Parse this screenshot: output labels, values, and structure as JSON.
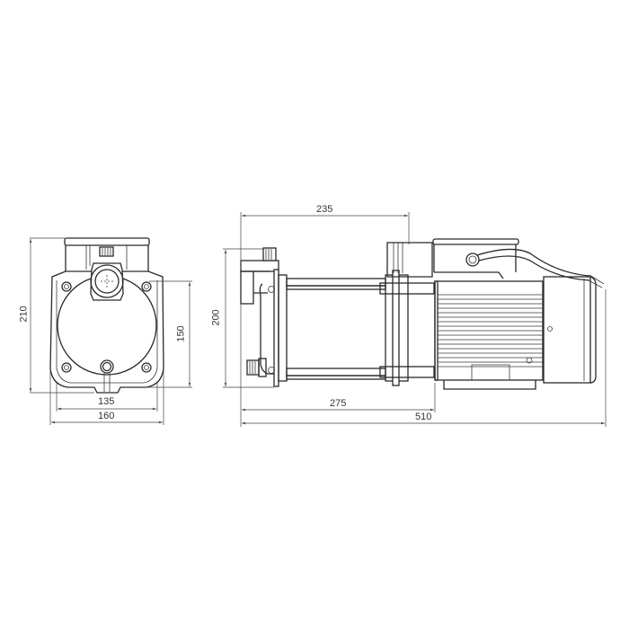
{
  "drawing": {
    "subject": "pump",
    "units": "mm",
    "front_view": {
      "dimensions": {
        "height_total": "210",
        "height_bolt_spacing": "150",
        "width_bolt_spacing": "135",
        "width_total": "160"
      }
    },
    "side_view": {
      "dimensions": {
        "top_length": "235",
        "height": "200",
        "length_to_motor": "275",
        "length_total": "510"
      }
    }
  }
}
